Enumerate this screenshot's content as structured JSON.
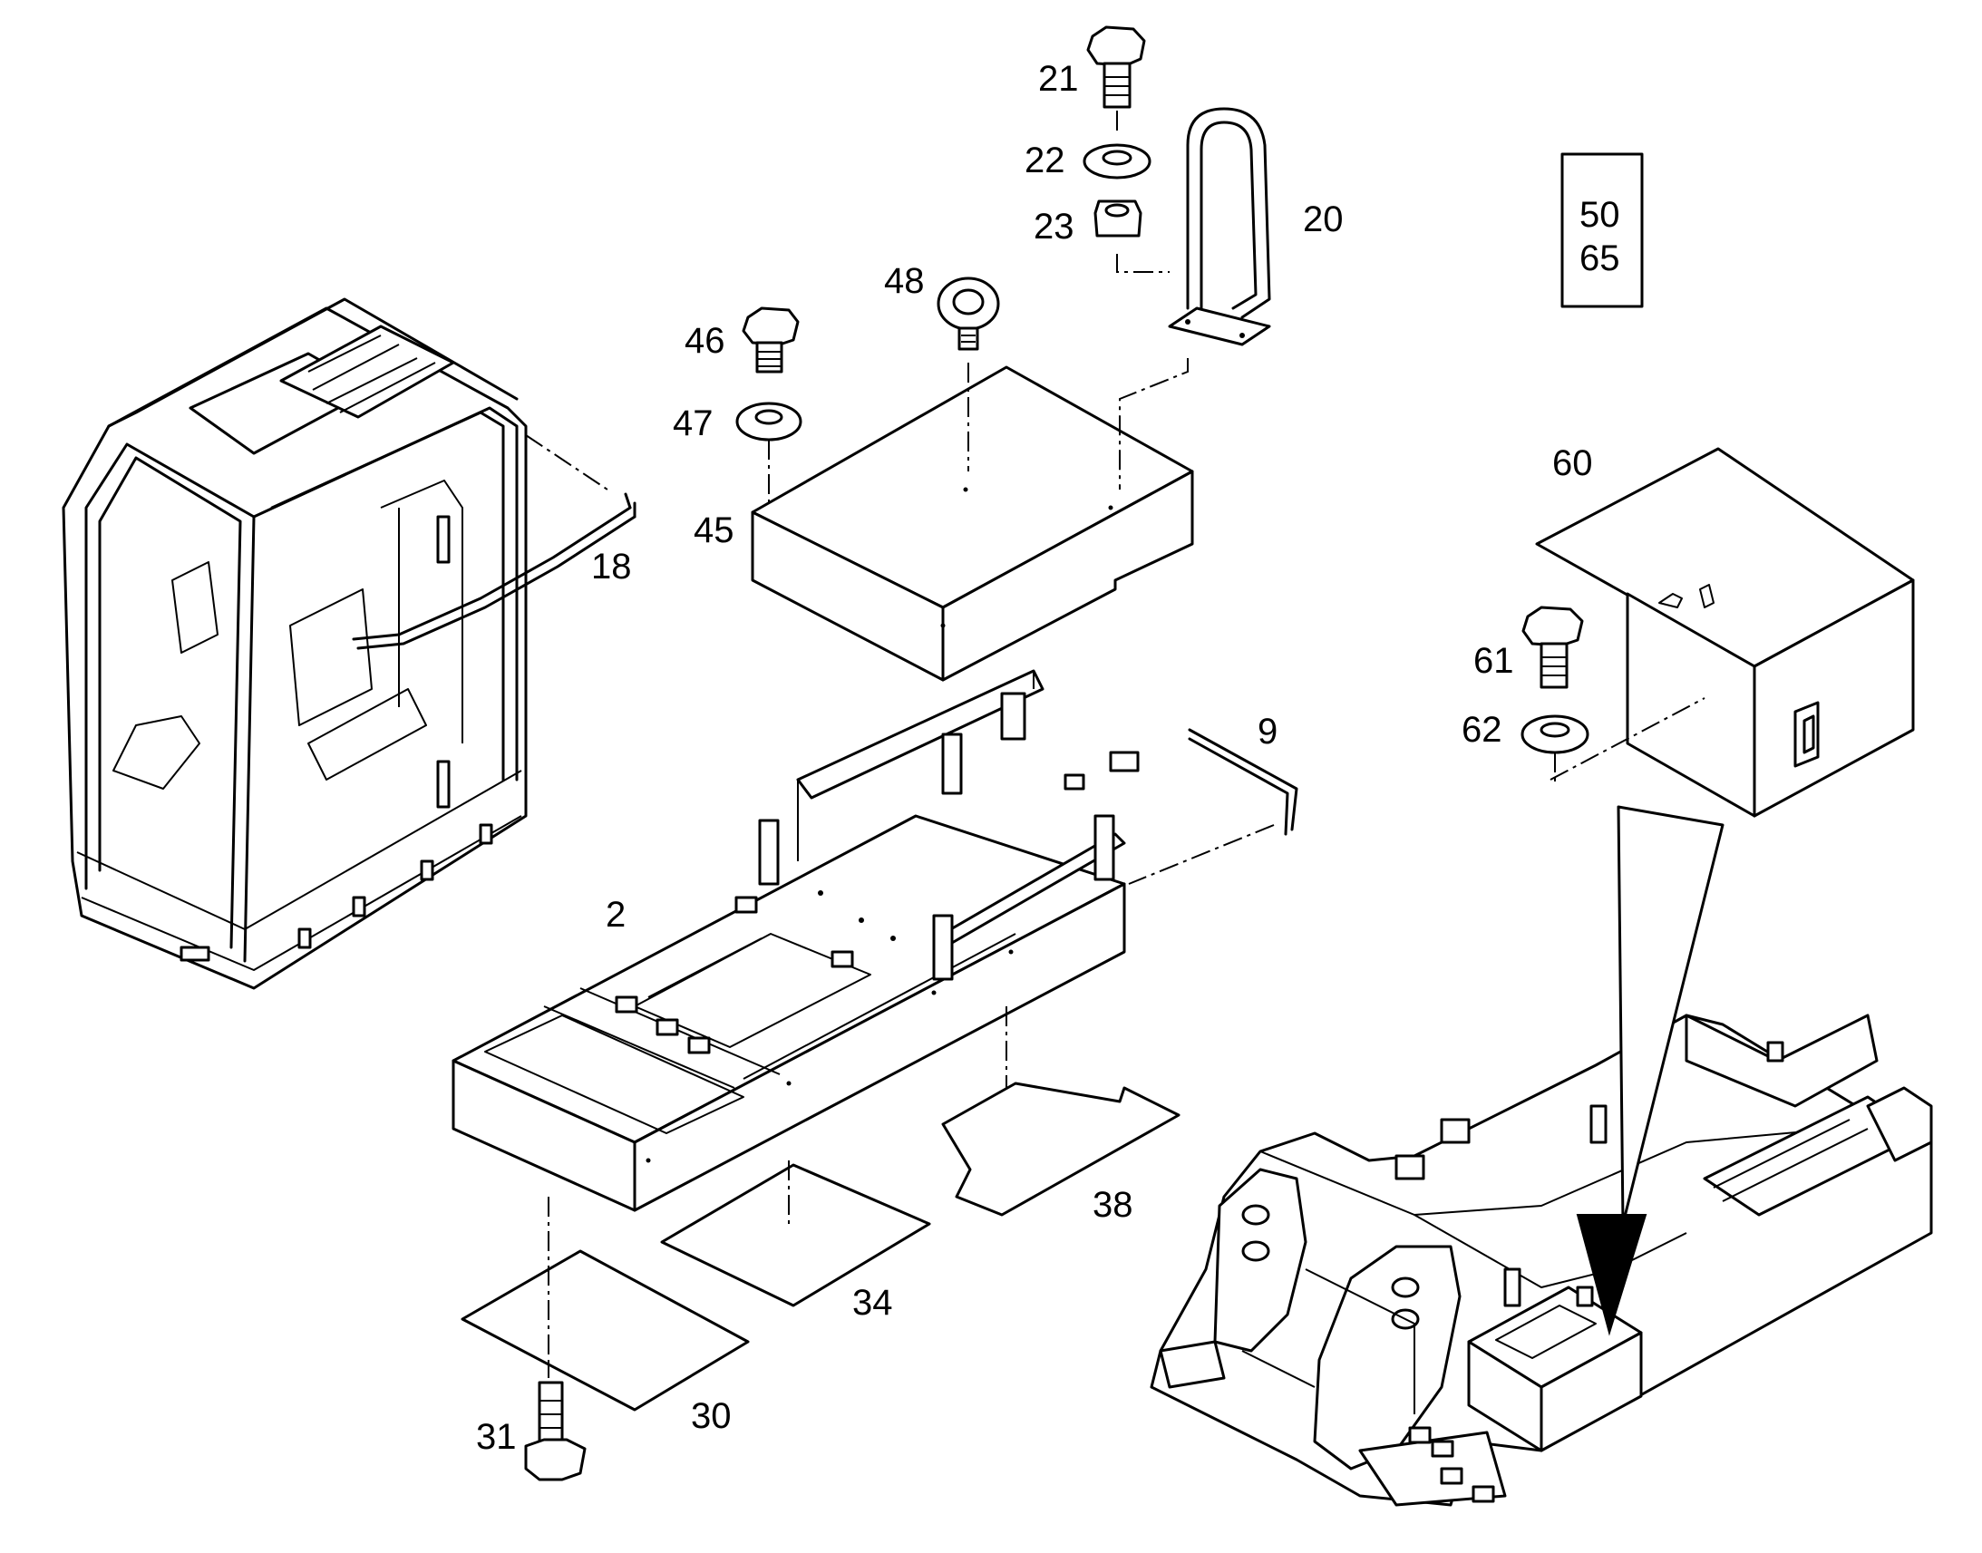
{
  "diagram": {
    "callouts": {
      "c2": "2",
      "c9": "9",
      "c18": "18",
      "c20": "20",
      "c21": "21",
      "c22": "22",
      "c23": "23",
      "c30": "30",
      "c31": "31",
      "c34": "34",
      "c38": "38",
      "c45": "45",
      "c46": "46",
      "c47": "47",
      "c48": "48",
      "c60": "60",
      "c61": "61",
      "c62": "62"
    },
    "reference_box": {
      "line1": "50",
      "line2": "65"
    }
  }
}
